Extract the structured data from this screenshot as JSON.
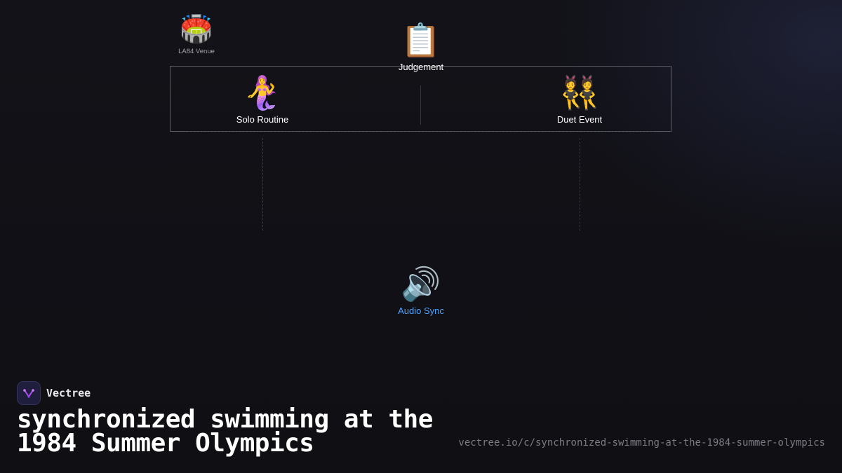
{
  "diagram": {
    "nodes": {
      "venue": {
        "icon": "stadium-icon",
        "glyph": "🏟️",
        "label": "LA84 Venue"
      },
      "judgement": {
        "icon": "clipboard-icon",
        "glyph": "📋",
        "label": "Judgement"
      },
      "solo": {
        "icon": "mermaid-icon",
        "glyph": "🧜‍♀️",
        "label": "Solo Routine"
      },
      "duet": {
        "icon": "dancers-icon",
        "glyph": "👯",
        "label": "Duet Event"
      },
      "audio": {
        "icon": "speaker-icon",
        "glyph": "🔊",
        "label": "Audio Sync",
        "color": "#4da3ff"
      }
    }
  },
  "footer": {
    "brand": "Vectree",
    "title": "synchronized swimming at the 1984 Summer Olympics",
    "url": "vectree.io/c/synchronized-swimming-at-the-1984-summer-olympics"
  },
  "colors": {
    "background": "#111116",
    "accent": "#4da3ff",
    "brand_logo": "#1f1e3c"
  }
}
